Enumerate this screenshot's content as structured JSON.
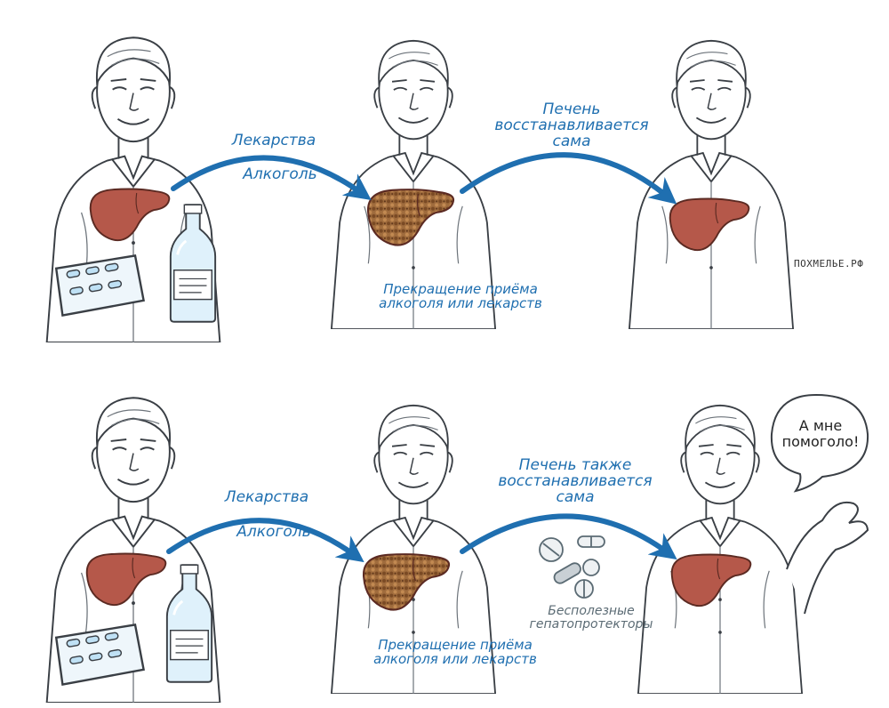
{
  "colors": {
    "arrow": "#1f6fb0",
    "liver_healthy": "#b5584a",
    "liver_damaged": "#9a6a3c",
    "ink": "#3a3f45",
    "label_blue": "#1f6fb0",
    "label_gray": "#5b6b74"
  },
  "top_row": {
    "label_medicines": "Лекарства",
    "label_alcohol": "Алкоголь",
    "label_stop": "Прекращение приёма алкоголя или лекарств",
    "label_recovers": "Печень восстанавливается сама"
  },
  "bottom_row": {
    "label_medicines": "Лекарства",
    "label_alcohol": "Алкоголь",
    "label_stop": "Прекращение приёма алкоголя или лекарств",
    "label_recovers": "Печень также восстанавливается сама",
    "label_useless": "Бесполезные гепатопротекторы",
    "speech": "А мне помоголо!"
  },
  "watermark": "ПОХМЕЛЬЕ.РФ",
  "icons": [
    "man-figure",
    "liver-icon",
    "vodka-bottle-icon",
    "pill-blister-icon",
    "pills-icon",
    "speech-bubble-icon",
    "arrow-icon"
  ]
}
